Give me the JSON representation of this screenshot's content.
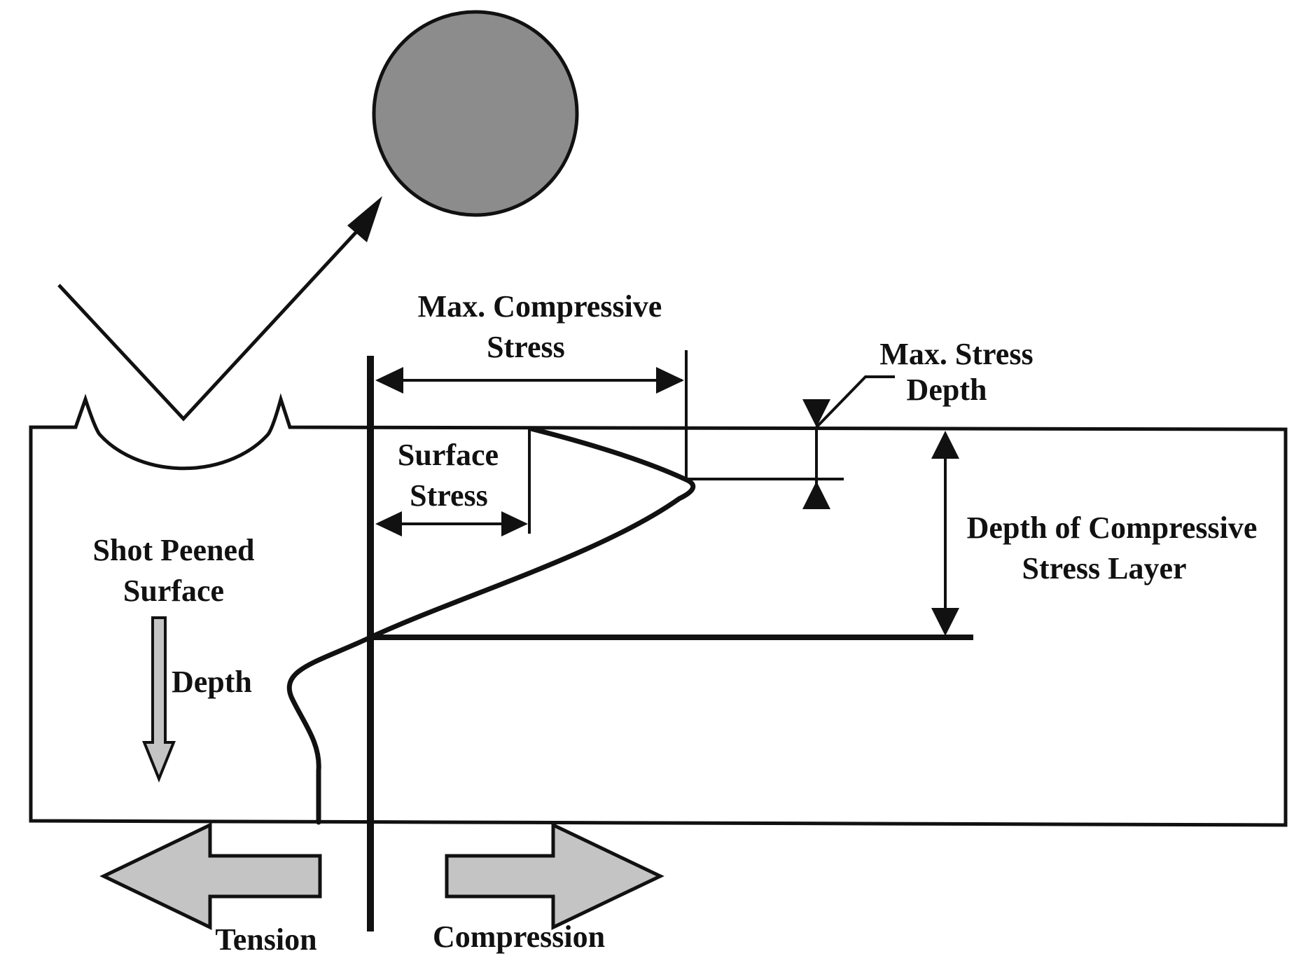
{
  "labels": {
    "max_compressive_stress_line1": "Max. Compressive",
    "max_compressive_stress_line2": "Stress",
    "max_stress_depth_line1": "Max. Stress",
    "max_stress_depth_line2": "Depth",
    "surface_stress_line1": "Surface",
    "surface_stress_line2": "Stress",
    "shot_peened_surface_line1": "Shot Peened",
    "shot_peened_surface_line2": "Surface",
    "depth": "Depth",
    "depth_of_compressive_layer_line1": "Depth of Compressive",
    "depth_of_compressive_layer_line2": "Stress Layer",
    "tension": "Tension",
    "compression": "Compression"
  },
  "colors": {
    "ink": "#111111",
    "shot_fill": "#8c8c8c",
    "arrow_fill": "#c4c4c4",
    "background": "#ffffff"
  }
}
